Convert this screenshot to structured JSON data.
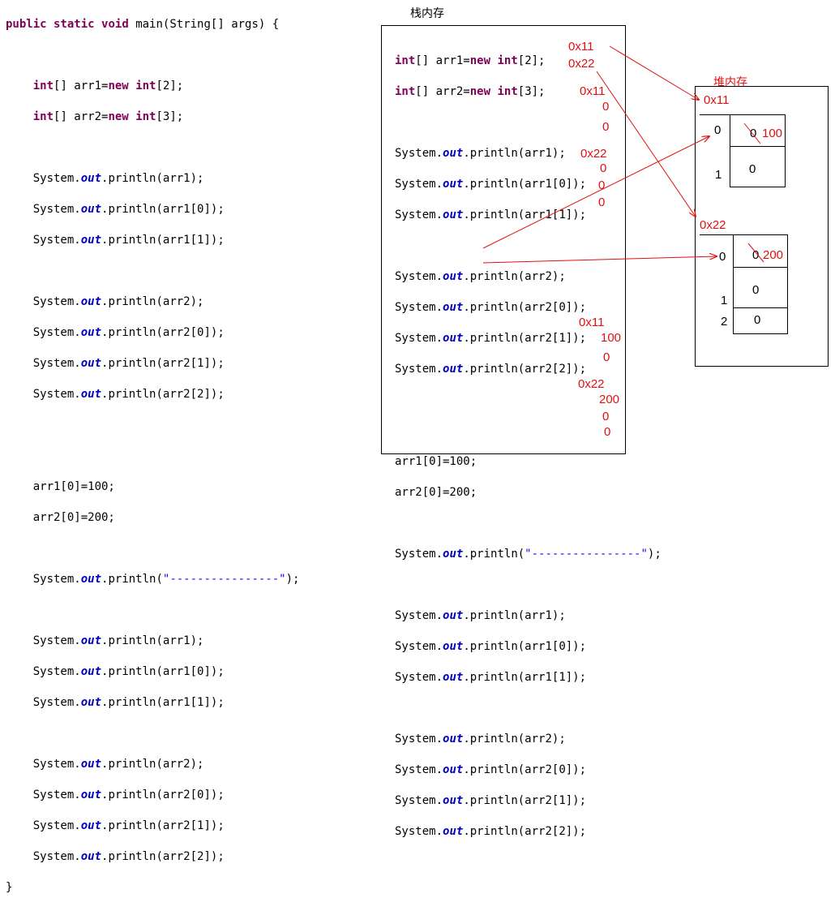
{
  "left_code": {
    "header": [
      "public",
      "static",
      "void",
      "main(String[] args) {"
    ],
    "decl1": [
      "int",
      "[] arr1=",
      "new",
      "int",
      "[2];"
    ],
    "decl2": [
      "int",
      "[] arr2=",
      "new",
      "int",
      "[3];"
    ],
    "prints_a": [
      "System.",
      "out",
      ".println(arr1);",
      ".println(arr1[0]);",
      ".println(arr1[1]);"
    ],
    "prints_b": [
      ".println(arr2);",
      ".println(arr2[0]);",
      ".println(arr2[1]);",
      ".println(arr2[2]);"
    ],
    "assign1": "arr1[0]=100;",
    "assign2": "arr2[0]=200;",
    "sep_pre": ".println(",
    "sep_str": "\"----------------\"",
    "sep_post": ");",
    "closing": "}"
  },
  "stack": {
    "title": "栈内存",
    "addr1": "0x11",
    "addr2": "0x22",
    "out_a": [
      "0x11",
      "0",
      "0"
    ],
    "out_b": [
      "0x22",
      "0",
      "0",
      "0"
    ],
    "out_c": [
      "0x11",
      "100",
      "0"
    ],
    "out_d": [
      "0x22",
      "200",
      "0",
      "0"
    ]
  },
  "heap": {
    "title": "堆内存",
    "arr1_addr": "0x11",
    "arr2_addr": "0x22",
    "arr1_indices": [
      "0",
      "1"
    ],
    "arr1_values": [
      "0",
      "0"
    ],
    "arr1_new": "100",
    "arr2_indices": [
      "0",
      "1",
      "2"
    ],
    "arr2_values": [
      "0",
      "0",
      "0"
    ],
    "arr2_new": "200"
  },
  "colors": {
    "keyword": "#7f0055",
    "field": "#0000c0",
    "string": "#2a00ff",
    "annotation": "#e01010"
  }
}
